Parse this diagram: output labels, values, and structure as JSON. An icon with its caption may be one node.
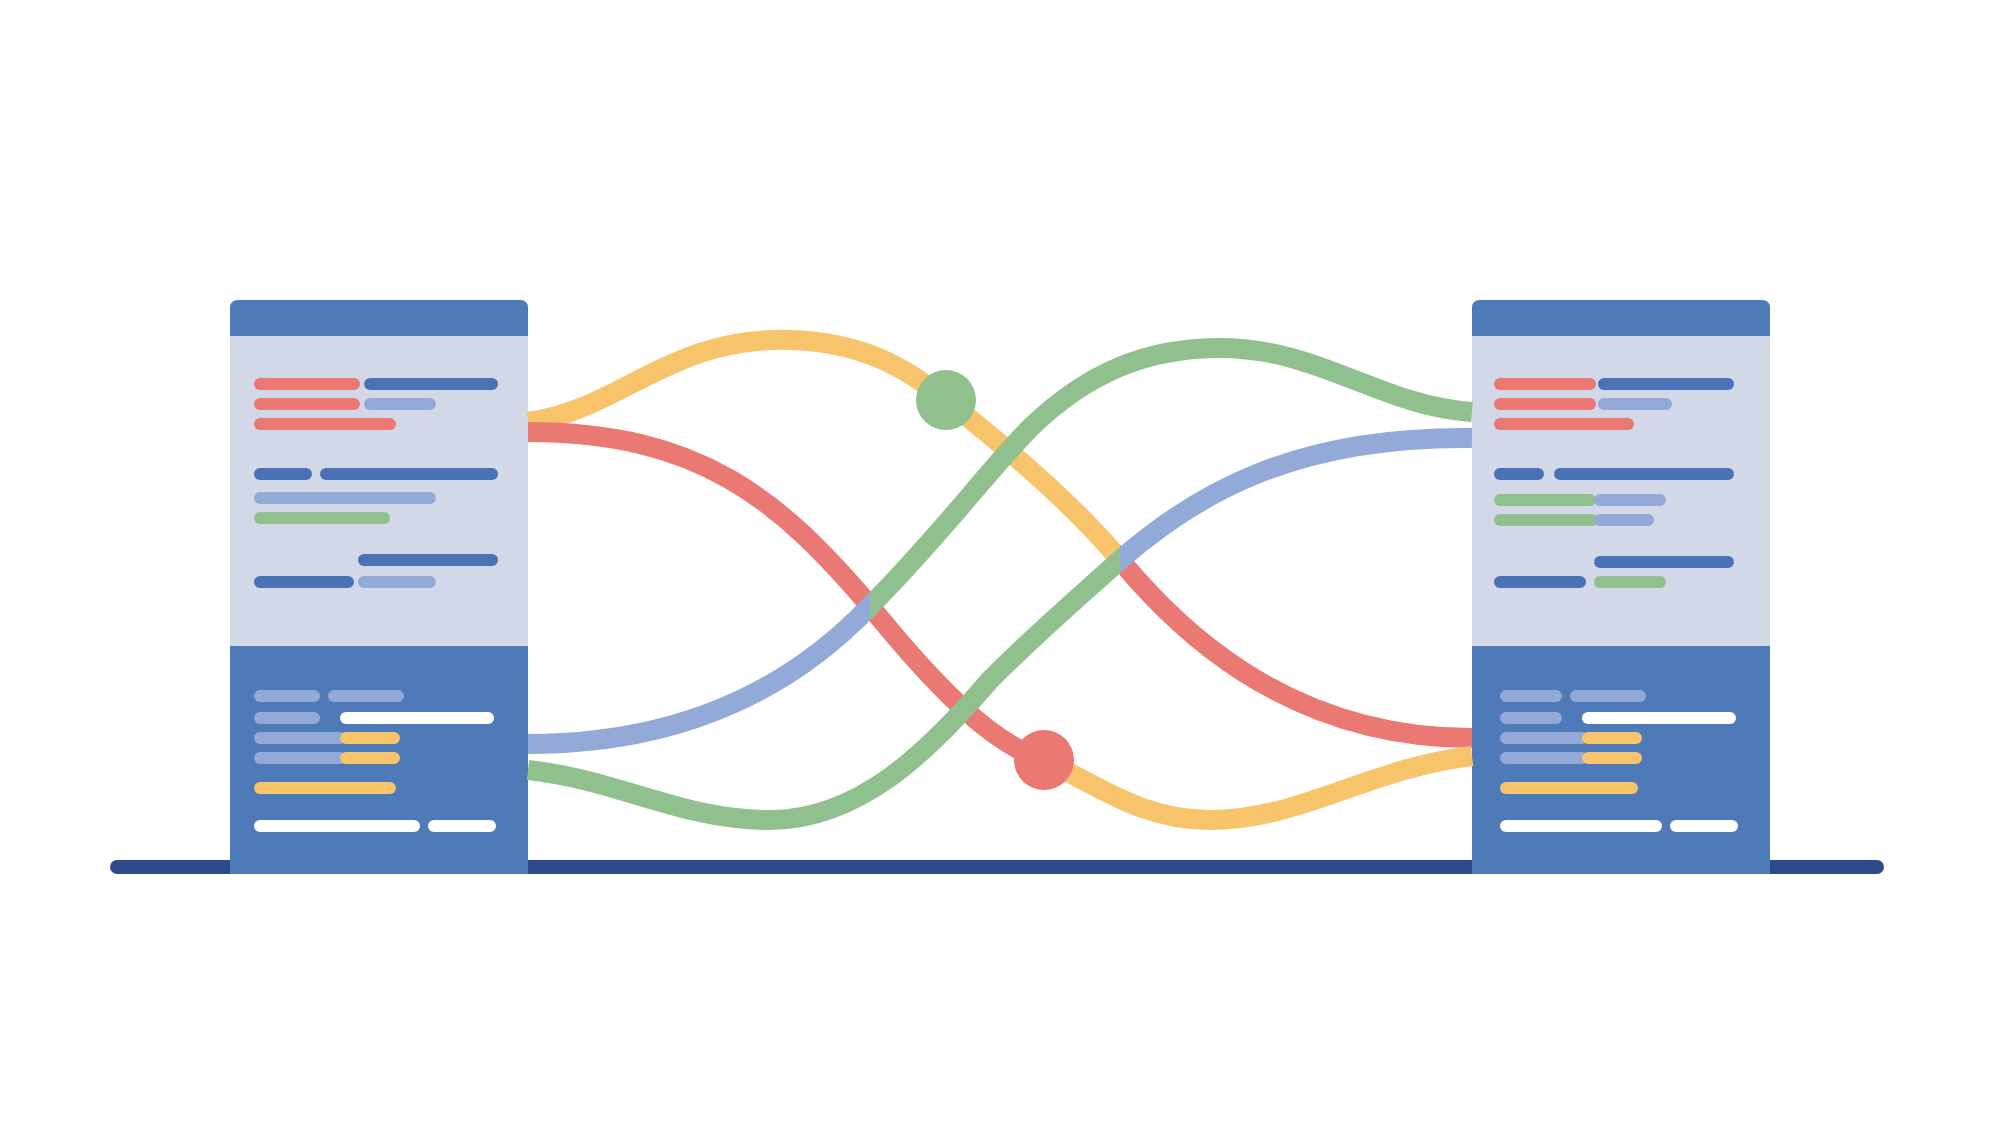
{
  "diagram": {
    "nodes": [
      {
        "text": [],
        "shape": "box"
      },
      {
        "text": [],
        "shape": "box"
      }
    ],
    "edges": [
      {
        "from": 0,
        "to": 1,
        "arrow": "none",
        "color": "#f7c46c"
      },
      {
        "from": 0,
        "to": 1,
        "arrow": "none",
        "color": "#ea7873"
      },
      {
        "from": 0,
        "to": 1,
        "arrow": "none",
        "color": "#93aad8"
      },
      {
        "from": 0,
        "to": 1,
        "arrow": "none",
        "color": "#8fc08e"
      }
    ]
  }
}
